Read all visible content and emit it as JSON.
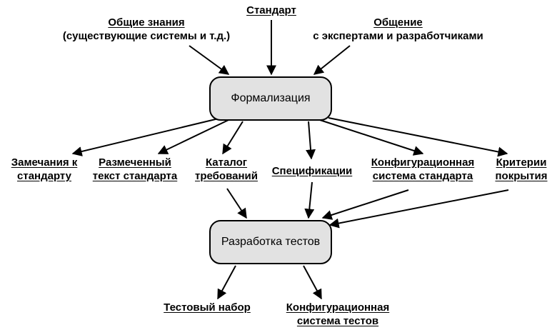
{
  "nodes": {
    "formalization": "Формализация",
    "test_development": "Разработка тестов"
  },
  "inputs": {
    "general_knowledge": {
      "title": "Общие знания",
      "subtitle": "(существующие системы и т.д.)"
    },
    "standard": {
      "title": "Стандарт"
    },
    "communication": {
      "title": "Общение",
      "subtitle": "с экспертами и разработчиками"
    }
  },
  "artifacts": {
    "remarks": {
      "line1": "Замечания к",
      "line2": "стандарту"
    },
    "marked_text": {
      "line1": "Размеченный",
      "line2": "текст стандарта"
    },
    "catalog": {
      "line1": "Каталог",
      "line2": "требований"
    },
    "specifications": {
      "line1": "Спецификации"
    },
    "config_standard": {
      "line1": "Конфигурационная",
      "line2": "система стандарта"
    },
    "coverage": {
      "line1": "Критерии",
      "line2": "покрытия"
    }
  },
  "outputs": {
    "test_suite": {
      "line1": "Тестовый набор"
    },
    "config_tests": {
      "line1": "Конфигурационная",
      "line2": "система тестов"
    }
  }
}
